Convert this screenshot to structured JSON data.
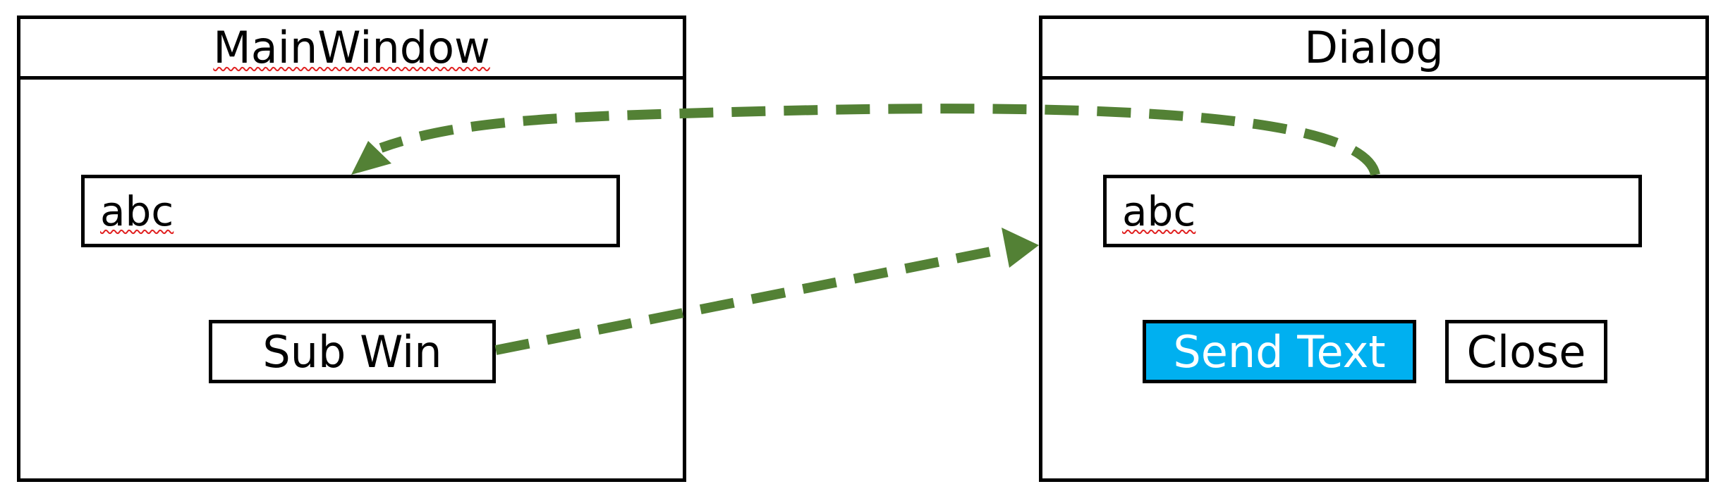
{
  "main_window": {
    "title": "MainWindow",
    "text_field_value": "abc",
    "sub_win_label": "Sub Win"
  },
  "dialog": {
    "title": "Dialog",
    "text_field_value": "abc",
    "send_text_label": "Send Text",
    "close_label": "Close"
  },
  "colors": {
    "arrow": "#538135",
    "primary_button": "#00b0f0",
    "border": "#000000"
  }
}
